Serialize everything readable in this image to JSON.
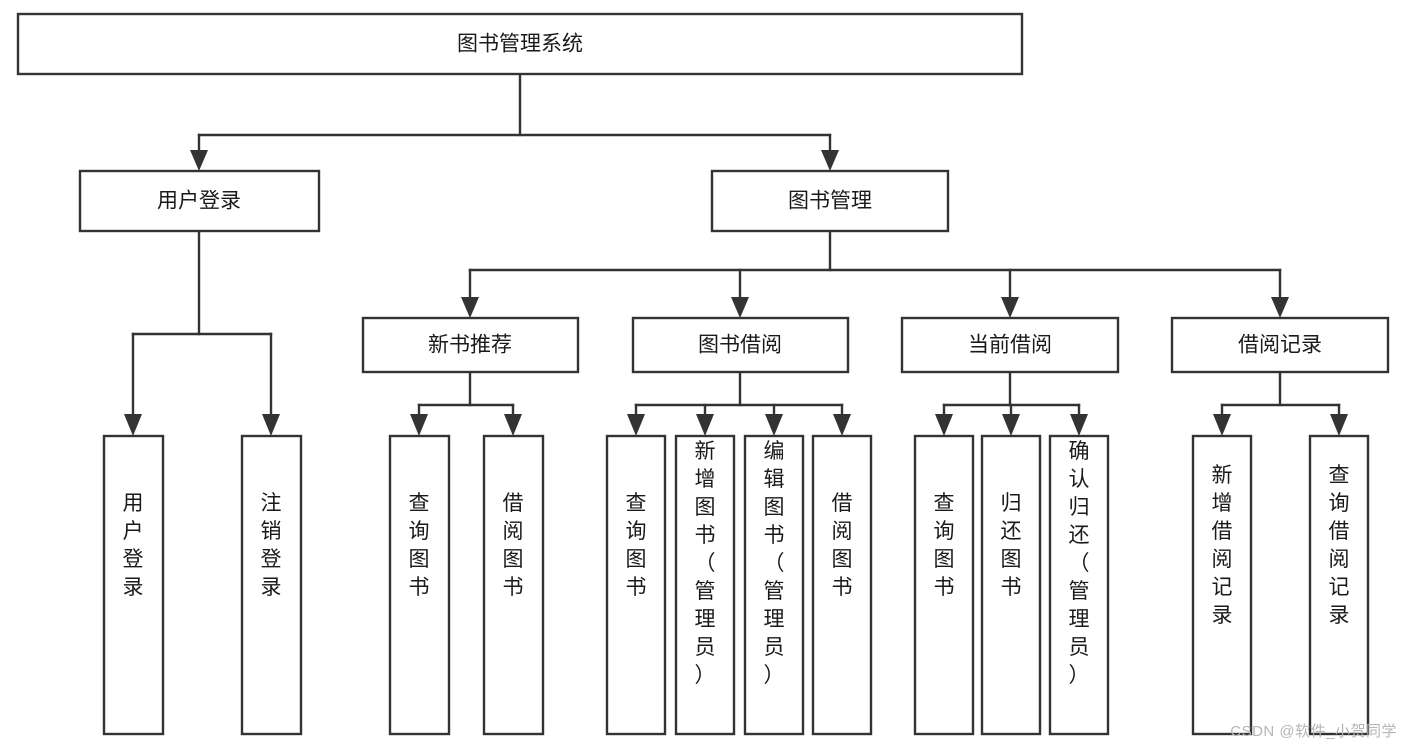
{
  "diagram": {
    "type": "tree",
    "title": "图书管理系统",
    "watermark": "CSDN @软件_小贺同学",
    "nodes": {
      "root": {
        "label": "图书管理系统",
        "orientation": "horizontal"
      },
      "user_login": {
        "label": "用户登录",
        "orientation": "horizontal"
      },
      "book_manage": {
        "label": "图书管理",
        "orientation": "horizontal"
      },
      "new_book_rec": {
        "label": "新书推荐",
        "orientation": "horizontal"
      },
      "book_borrow": {
        "label": "图书借阅",
        "orientation": "horizontal"
      },
      "current_borrow": {
        "label": "当前借阅",
        "orientation": "horizontal"
      },
      "borrow_record": {
        "label": "借阅记录",
        "orientation": "horizontal"
      },
      "leaf_user_login": {
        "label": "用户登录",
        "orientation": "vertical"
      },
      "leaf_logout": {
        "label": "注销登录",
        "orientation": "vertical"
      },
      "leaf_query_book_1": {
        "label": "查询图书",
        "orientation": "vertical"
      },
      "leaf_borrow_book_1": {
        "label": "借阅图书",
        "orientation": "vertical"
      },
      "leaf_query_book_2": {
        "label": "查询图书",
        "orientation": "vertical"
      },
      "leaf_add_book": {
        "label": "新增图书（管理员）",
        "orientation": "vertical"
      },
      "leaf_edit_book": {
        "label": "编辑图书（管理员）",
        "orientation": "vertical"
      },
      "leaf_borrow_book_2": {
        "label": "借阅图书",
        "orientation": "vertical"
      },
      "leaf_query_book_3": {
        "label": "查询图书",
        "orientation": "vertical"
      },
      "leaf_return_book": {
        "label": "归还图书",
        "orientation": "vertical"
      },
      "leaf_confirm_return": {
        "label": "确认归还（管理员）",
        "orientation": "vertical"
      },
      "leaf_add_record": {
        "label": "新增借阅记录",
        "orientation": "vertical"
      },
      "leaf_query_record": {
        "label": "查询借阅记录",
        "orientation": "vertical"
      }
    },
    "edges": [
      {
        "from": "root",
        "to": "user_login"
      },
      {
        "from": "root",
        "to": "book_manage"
      },
      {
        "from": "user_login",
        "to": "leaf_user_login"
      },
      {
        "from": "user_login",
        "to": "leaf_logout"
      },
      {
        "from": "book_manage",
        "to": "new_book_rec"
      },
      {
        "from": "book_manage",
        "to": "book_borrow"
      },
      {
        "from": "book_manage",
        "to": "current_borrow"
      },
      {
        "from": "book_manage",
        "to": "borrow_record"
      },
      {
        "from": "new_book_rec",
        "to": "leaf_query_book_1"
      },
      {
        "from": "new_book_rec",
        "to": "leaf_borrow_book_1"
      },
      {
        "from": "book_borrow",
        "to": "leaf_query_book_2"
      },
      {
        "from": "book_borrow",
        "to": "leaf_add_book"
      },
      {
        "from": "book_borrow",
        "to": "leaf_edit_book"
      },
      {
        "from": "book_borrow",
        "to": "leaf_borrow_book_2"
      },
      {
        "from": "current_borrow",
        "to": "leaf_query_book_3"
      },
      {
        "from": "current_borrow",
        "to": "leaf_return_book"
      },
      {
        "from": "current_borrow",
        "to": "leaf_confirm_return"
      },
      {
        "from": "borrow_record",
        "to": "leaf_add_record"
      },
      {
        "from": "borrow_record",
        "to": "leaf_query_record"
      }
    ],
    "colors": {
      "box_stroke": "#333333",
      "box_fill": "#ffffff",
      "text": "#1a1a1a",
      "background": "#ffffff",
      "watermark": "#b5b5b5"
    }
  }
}
